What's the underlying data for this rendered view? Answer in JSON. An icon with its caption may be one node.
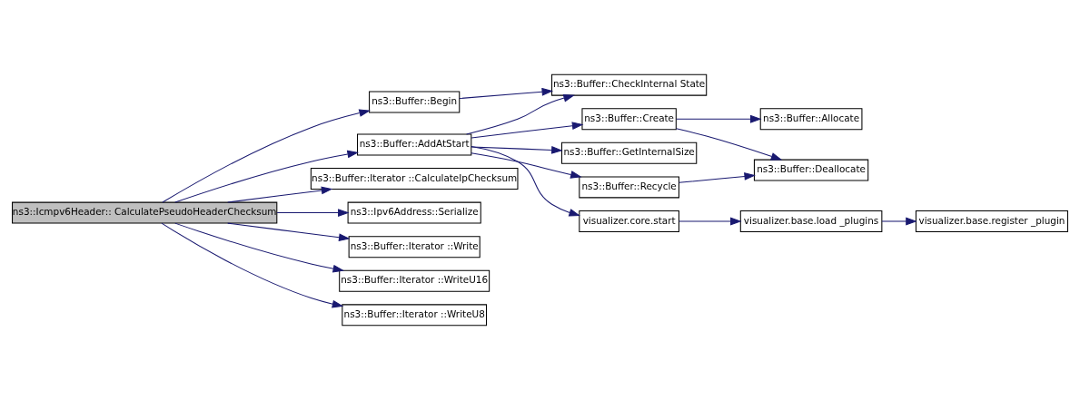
{
  "diagram": {
    "nodes": [
      {
        "text": [
          "ns3::Icmpv6Header:: CalculatePseudoHeaderChecksum"
        ]
      },
      {
        "text": [
          "ns3::Buffer::Begin"
        ]
      },
      {
        "text": [
          "ns3::Buffer::AddAtStart"
        ]
      },
      {
        "text": [
          "ns3::Buffer::Iterator ::CalculateIpChecksum"
        ]
      },
      {
        "text": [
          "ns3::Ipv6Address::Serialize"
        ]
      },
      {
        "text": [
          "ns3::Buffer::Iterator ::Write"
        ]
      },
      {
        "text": [
          "ns3::Buffer::Iterator ::WriteU16"
        ]
      },
      {
        "text": [
          "ns3::Buffer::Iterator ::WriteU8"
        ]
      },
      {
        "text": [
          "ns3::Buffer::CheckInternal State"
        ]
      },
      {
        "text": [
          "ns3::Buffer::Create"
        ]
      },
      {
        "text": [
          "ns3::Buffer::GetInternalSize"
        ]
      },
      {
        "text": [
          "ns3::Buffer::Recycle"
        ]
      },
      {
        "text": [
          "visualizer.core.start"
        ]
      },
      {
        "text": [
          "ns3::Buffer::Allocate"
        ]
      },
      {
        "text": [
          "ns3::Buffer::Deallocate"
        ]
      },
      {
        "text": [
          "visualizer.base.load _plugins"
        ]
      },
      {
        "text": [
          "visualizer.base.register _plugin"
        ]
      }
    ],
    "edges": [
      {
        "from": 0,
        "to": 1,
        "arrow": "to"
      },
      {
        "from": 0,
        "to": 2,
        "arrow": "to"
      },
      {
        "from": 0,
        "to": 3,
        "arrow": "to"
      },
      {
        "from": 0,
        "to": 4,
        "arrow": "to"
      },
      {
        "from": 0,
        "to": 5,
        "arrow": "to"
      },
      {
        "from": 0,
        "to": 6,
        "arrow": "to"
      },
      {
        "from": 0,
        "to": 7,
        "arrow": "to"
      },
      {
        "from": 1,
        "to": 8,
        "arrow": "to"
      },
      {
        "from": 2,
        "to": 8,
        "arrow": "to"
      },
      {
        "from": 2,
        "to": 9,
        "arrow": "to"
      },
      {
        "from": 2,
        "to": 10,
        "arrow": "to"
      },
      {
        "from": 2,
        "to": 11,
        "arrow": "to"
      },
      {
        "from": 2,
        "to": 12,
        "arrow": "to"
      },
      {
        "from": 9,
        "to": 13,
        "arrow": "to"
      },
      {
        "from": 9,
        "to": 14,
        "arrow": "to"
      },
      {
        "from": 11,
        "to": 14,
        "arrow": "to"
      },
      {
        "from": 12,
        "to": 15,
        "arrow": "to"
      },
      {
        "from": 15,
        "to": 16,
        "arrow": "to"
      }
    ]
  }
}
